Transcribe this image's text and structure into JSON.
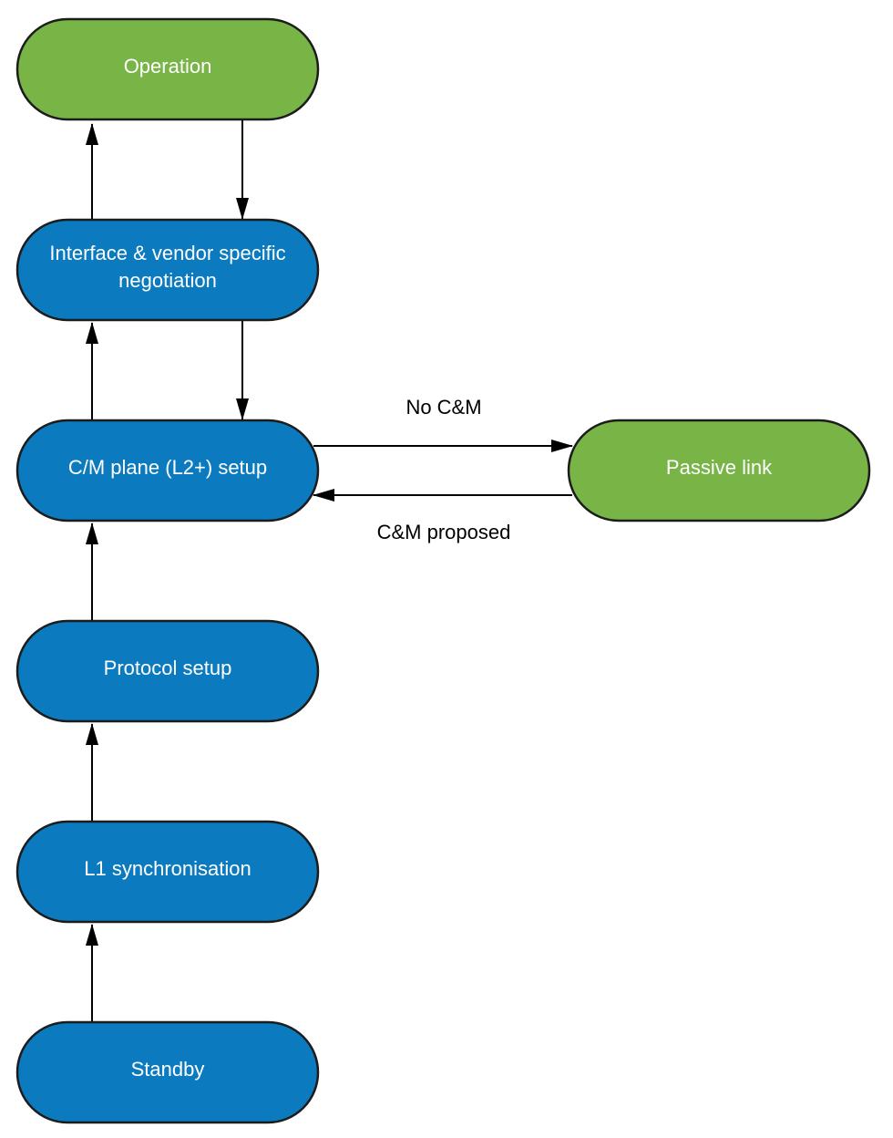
{
  "colors": {
    "blue": "#0b7abe",
    "green": "#78b446",
    "outline": "#1c1c1c",
    "arrow": "#000000",
    "text_on_node": "#ffffff"
  },
  "nodes": {
    "operation": {
      "label": "Operation",
      "fill": "green"
    },
    "negotiation": {
      "line1": "Interface & vendor specific",
      "line2": "negotiation",
      "fill": "blue"
    },
    "cm_plane": {
      "label": "C/M plane (L2+) setup",
      "fill": "blue"
    },
    "passive_link": {
      "label": "Passive link",
      "fill": "green"
    },
    "protocol_setup": {
      "label": "Protocol setup",
      "fill": "blue"
    },
    "l1_sync": {
      "label": "L1 synchronisation",
      "fill": "blue"
    },
    "standby": {
      "label": "Standby",
      "fill": "blue"
    }
  },
  "edge_labels": {
    "no_cm": "No C&M",
    "cm_proposed": "C&M proposed"
  }
}
